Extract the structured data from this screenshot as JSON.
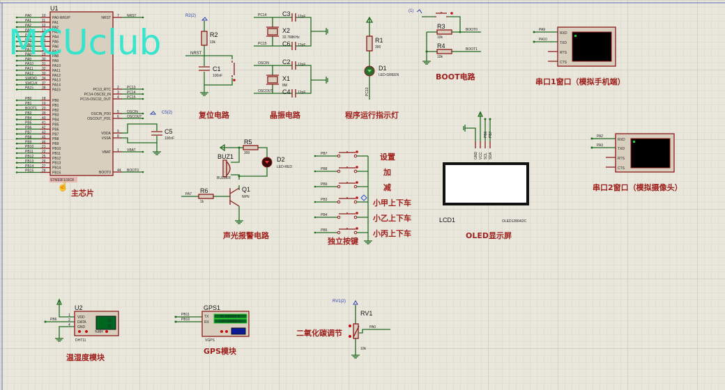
{
  "watermark": "MCUclub",
  "colors": {
    "wire": "#1f6a1f",
    "component": "#8b1a1a",
    "title": "#a0201c",
    "watermark": "#2ee6cc",
    "grid_bg": "#e9e6dc"
  },
  "mcu": {
    "ref": "U1",
    "part": "STM32F103C8",
    "title": "主芯片",
    "left_pa": [
      {
        "net": "PA0",
        "num": "10",
        "pin": "PA0-WKUP"
      },
      {
        "net": "PA1",
        "num": "11",
        "pin": "PA1"
      },
      {
        "net": "PA2",
        "num": "12",
        "pin": "PA2"
      },
      {
        "net": "PA3",
        "num": "13",
        "pin": "PA3"
      },
      {
        "net": "PA4",
        "num": "14",
        "pin": "PA4"
      },
      {
        "net": "PA5",
        "num": "15",
        "pin": "PA5"
      },
      {
        "net": "PA6",
        "num": "16",
        "pin": "PA6"
      },
      {
        "net": "PA7",
        "num": "17",
        "pin": "PA7"
      },
      {
        "net": "PA8",
        "num": "29",
        "pin": "PA8"
      },
      {
        "net": "PA9",
        "num": "30",
        "pin": "PA9"
      },
      {
        "net": "PA10",
        "num": "31",
        "pin": "PA10"
      },
      {
        "net": "PA11",
        "num": "32",
        "pin": "PA11"
      },
      {
        "net": "PA12",
        "num": "33",
        "pin": "PA12"
      },
      {
        "net": "SWDIO",
        "num": "34",
        "pin": "PA13"
      },
      {
        "net": "SWCLK",
        "num": "37",
        "pin": "PA14"
      },
      {
        "net": "PA15",
        "num": "38",
        "pin": "PA15"
      }
    ],
    "left_pb": [
      {
        "net": "PB0",
        "num": "18",
        "pin": "PB0"
      },
      {
        "net": "PB1",
        "num": "19",
        "pin": "PB1"
      },
      {
        "net": "BOOT1",
        "num": "20",
        "pin": "PB2"
      },
      {
        "net": "PB3",
        "num": "39",
        "pin": "PB3"
      },
      {
        "net": "PB4",
        "num": "40",
        "pin": "PB4"
      },
      {
        "net": "PB5",
        "num": "41",
        "pin": "PB5"
      },
      {
        "net": "PB6",
        "num": "42",
        "pin": "PB6"
      },
      {
        "net": "PB7",
        "num": "43",
        "pin": "PB7"
      },
      {
        "net": "PB8",
        "num": "45",
        "pin": "PB8"
      },
      {
        "net": "PB9",
        "num": "46",
        "pin": "PB9"
      },
      {
        "net": "PB10",
        "num": "21",
        "pin": "PB10"
      },
      {
        "net": "PB11",
        "num": "22",
        "pin": "PB11"
      },
      {
        "net": "PB12",
        "num": "25",
        "pin": "PB12"
      },
      {
        "net": "PB13",
        "num": "26",
        "pin": "PB13"
      },
      {
        "net": "PB14",
        "num": "27",
        "pin": "PB14"
      },
      {
        "net": "PB15",
        "num": "28",
        "pin": "PB15"
      }
    ],
    "right": [
      {
        "net": "NRST",
        "num": "7",
        "pin": "NRST"
      },
      {
        "net": "PC13",
        "num": "2",
        "pin": "PC13_RTC"
      },
      {
        "net": "PC14",
        "num": "3",
        "pin": "PC14-OSC32_IN"
      },
      {
        "net": "PC15",
        "num": "4",
        "pin": "PC15-OSC32_OUT"
      },
      {
        "net": "OSCIN",
        "num": "5",
        "pin": "OSCIN_PD0"
      },
      {
        "net": "OSCOUT",
        "num": "6",
        "pin": "OSCOUT_PD1"
      },
      {
        "net": "",
        "num": "9",
        "pin": "VDDA"
      },
      {
        "net": "",
        "num": "8",
        "pin": "VSSA"
      },
      {
        "net": "VBAT",
        "num": "1",
        "pin": "VBAT"
      },
      {
        "net": "BOOT0",
        "num": "44",
        "pin": "BOOT0"
      }
    ],
    "c5": {
      "ref": "C5",
      "value": "100nF",
      "probe": "C5(2)"
    }
  },
  "reset": {
    "probe": "R2(2)",
    "r_ref": "R2",
    "r_val": "10k",
    "net": "NRST",
    "c_ref": "C1",
    "c_val": "100nF",
    "title": "复位电路"
  },
  "crystal": {
    "pc14": "PC14",
    "pc15": "PC15",
    "oscin": "OSCIN",
    "oscout": "OSCOUT",
    "c3": "C3",
    "c6": "C6",
    "c2": "C2",
    "c4": "C4",
    "cap_val": "12pF",
    "x2": "X2",
    "x2_val": "32.768KHz",
    "x1": "X1",
    "x1_val": "8M",
    "title": "晶振电路"
  },
  "led": {
    "r_ref": "R1",
    "r_val": "300",
    "d_ref": "D1",
    "d_val": "LED-GREEN",
    "net": "PC13",
    "title": "程序运行指示灯"
  },
  "boot": {
    "probe": "(1)",
    "r3": "R3",
    "r4": "R4",
    "r_val": "10k",
    "boot0": "BOOT0",
    "boot1": "BOOT1",
    "title": "BOOT电路"
  },
  "uart1": {
    "pins": [
      "RXD",
      "TXD",
      "RTS",
      "CTS"
    ],
    "nets": [
      "PA9",
      "PA10"
    ],
    "title": "串口1窗口（模拟手机端）"
  },
  "uart2": {
    "pins": [
      "RXD",
      "TXD",
      "RTS",
      "CTS"
    ],
    "nets": [
      "PA2",
      "PA3"
    ],
    "title": "串口2窗口（模拟摄像头）"
  },
  "oled": {
    "pins": [
      "GND",
      "VCC",
      "SCL",
      "SDA"
    ],
    "nets": [
      "PB6",
      "PB7"
    ],
    "ref": "LCD1",
    "part": "OLED12864I2C",
    "title": "OLED显示屏"
  },
  "alarm": {
    "r5": "R5",
    "r5_val": "300",
    "d2": "D2",
    "d2_val": "LED-RED",
    "buz": "BUZ1",
    "buz_val": "BUZZER",
    "q1": "Q1",
    "q1_val": "NPN",
    "r6": "R6",
    "r6_val": "1k",
    "net": "PA7",
    "title": "声光报警电路"
  },
  "keys": {
    "items": [
      {
        "net": "PB7",
        "label": "设置"
      },
      {
        "net": "PB8",
        "label": "加"
      },
      {
        "net": "PB9",
        "label": "减"
      },
      {
        "net": "PB3",
        "label": "小甲上下车"
      },
      {
        "net": "PB4",
        "label": "小乙上下车"
      },
      {
        "net": "PB5",
        "label": "小丙上下车"
      }
    ],
    "title": "独立按键"
  },
  "dht": {
    "ref": "U2",
    "part": "DHT11",
    "pins": [
      "VDD",
      "DATA",
      "GND"
    ],
    "nums": [
      "1",
      "2",
      "4"
    ],
    "net": "PB6",
    "humidity": "72",
    "temperature": "27",
    "unit": "%RH",
    "title": "温湿度模块"
  },
  "gps": {
    "ref": "GPS1",
    "part": "VGPS",
    "pins": [
      "TX",
      "RX"
    ],
    "nets": [
      "PB11",
      "PB10"
    ],
    "lat": "31.100295 N",
    "lon": "120.123456 E",
    "sats": "10",
    "title": "GPS模块"
  },
  "co2": {
    "probe": "RV1(2)",
    "ref": "RV1",
    "value": "10k",
    "net": "PA0",
    "title": "二氧化碳调节"
  }
}
